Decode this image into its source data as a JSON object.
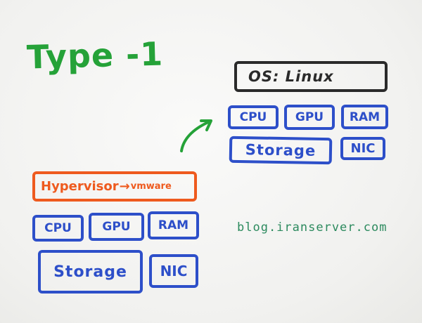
{
  "title": "Type -1",
  "top_stack": {
    "os": "OS: Linux",
    "hardware": [
      "CPU",
      "GPU",
      "RAM"
    ],
    "storage": "Storage",
    "nic": "NIC"
  },
  "bottom_stack": {
    "hypervisor": "Hypervisor",
    "hypervisor_target": "vmware",
    "hardware": [
      "CPU",
      "GPU",
      "RAM"
    ],
    "storage": "Storage",
    "nic": "NIC"
  },
  "watermark": "blog.iranserver.com",
  "colors": {
    "title": "#25a238",
    "hardware": "#2d4fc9",
    "hypervisor": "#ee5a1e",
    "os": "#2a2a2a",
    "arrow": "#25a238",
    "watermark": "#2c8a5e"
  }
}
